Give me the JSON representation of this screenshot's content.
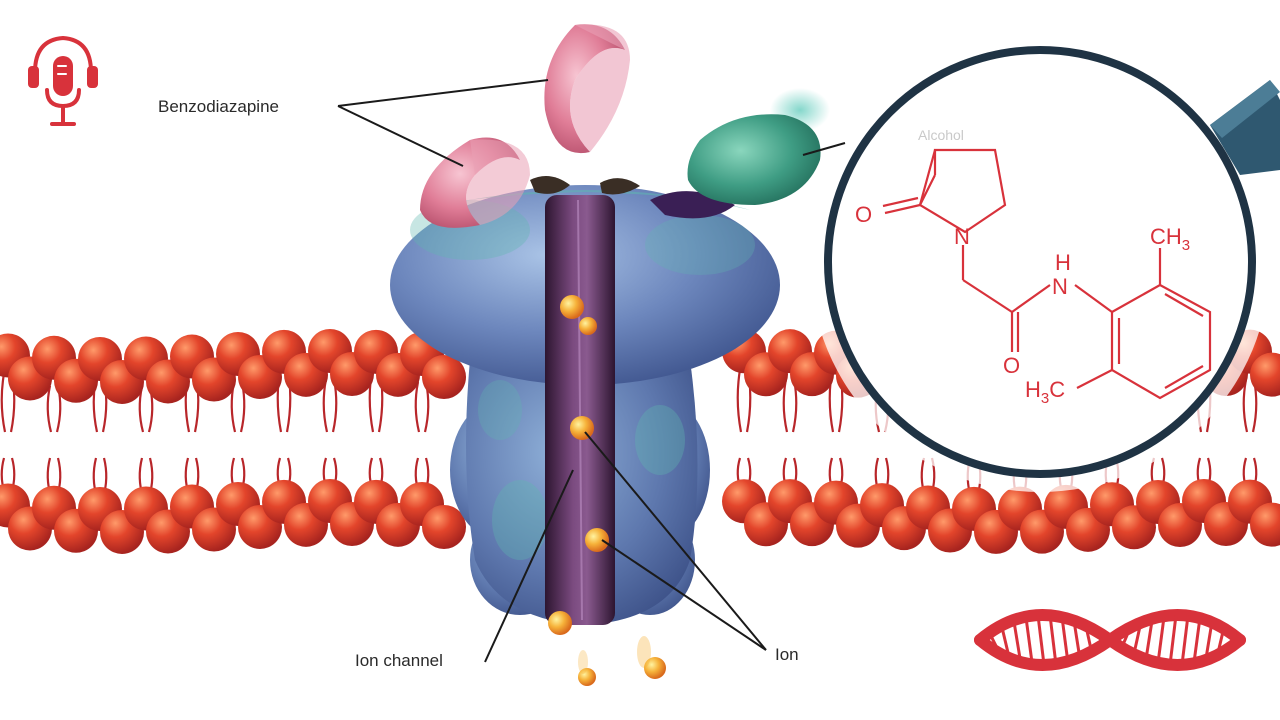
{
  "labels": {
    "benzodiazapine": "Benzodiazapine",
    "alcohol": "Alcohol",
    "ion_channel": "Ion channel",
    "ion": "Ion"
  },
  "molecule": {
    "oxygen_carbonyl_ring": "O",
    "nitrogen_ring": "N",
    "methyl_top": "CH",
    "methyl_top_sub": "3",
    "amide_h": "H",
    "amide_n": "N",
    "oxygen_amide": "O",
    "methyl_bottom_h": "H",
    "methyl_bottom_sub": "3",
    "methyl_bottom_c": "C"
  },
  "icons": {
    "top_left": "podcast-microphone-icon",
    "bottom_right": "dna-helix-icon"
  },
  "colors": {
    "accent_red": "#d8323b",
    "membrane_head": "#e0442a",
    "membrane_tail": "#b8262a",
    "channel_blue": "#6f86b8",
    "channel_teal": "#5fb7b0",
    "pore_purple": "#5a2f5e",
    "benzodiazepine_pink": "#e88aa2",
    "alcohol_green": "#3f9d84",
    "ion_orange": "#f2a13a",
    "lens_frame": "#1f3344"
  }
}
